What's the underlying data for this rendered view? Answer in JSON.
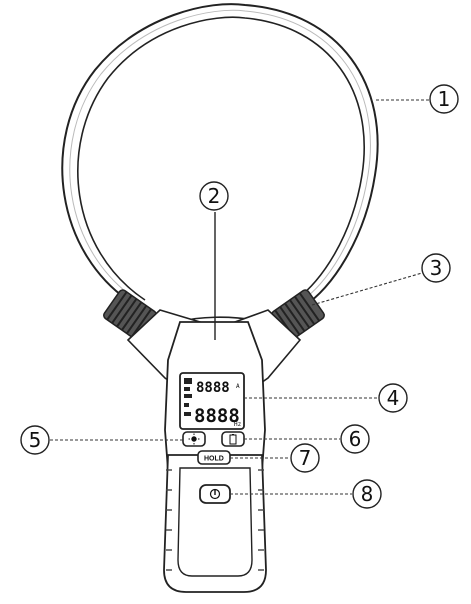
{
  "diagram": {
    "callouts": [
      {
        "number": "1",
        "part": "flexible-coil"
      },
      {
        "number": "2",
        "part": "coil-seam"
      },
      {
        "number": "3",
        "part": "coil-locking-collar"
      },
      {
        "number": "4",
        "part": "lcd-display"
      },
      {
        "number": "5",
        "part": "backlight-button"
      },
      {
        "number": "6",
        "part": "mode-button"
      },
      {
        "number": "7",
        "part": "hold-button"
      },
      {
        "number": "8",
        "part": "power-button"
      }
    ],
    "lcd": {
      "top_digits": "8888",
      "bottom_digits": "8888",
      "unit_top": "A",
      "unit_bottom": "Hz"
    },
    "buttons": {
      "hold_label": "HOLD",
      "backlight_icon": "sun-icon",
      "mode_icon": "battery-icon",
      "power_icon": "power-icon"
    },
    "colors": {
      "outline": "#222222",
      "coil_fill": "#f2f2f2",
      "grip": "#cfcfcf",
      "leader": "#333333"
    }
  }
}
